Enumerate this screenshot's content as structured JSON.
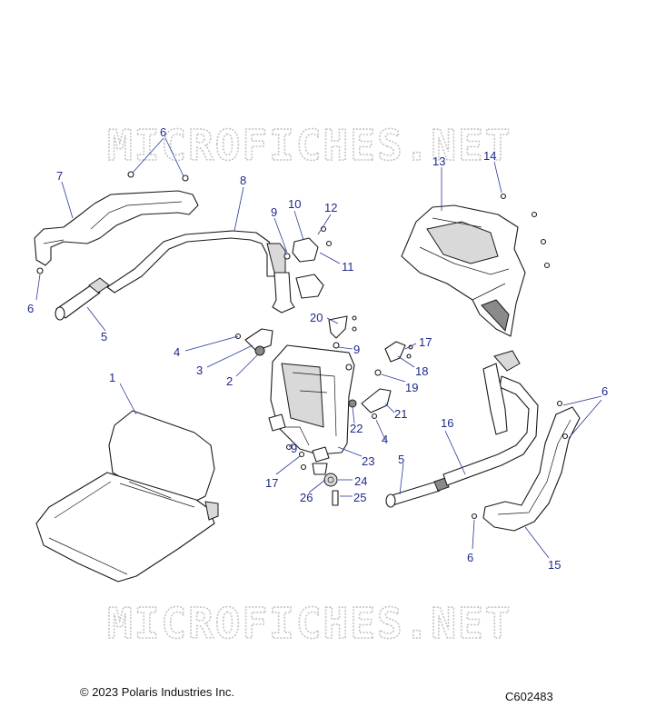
{
  "watermark_text": "MICROFICHES.NET",
  "copyright": "© 2023 Polaris Industries Inc.",
  "diagram_code": "C602483",
  "callouts": {
    "c1": "1",
    "c2": "2",
    "c3": "3",
    "c4a": "4",
    "c4b": "4",
    "c5a": "5",
    "c5b": "5",
    "c6a": "6",
    "c6b": "6",
    "c6c": "6",
    "c6d": "6",
    "c7": "7",
    "c8": "8",
    "c9a": "9",
    "c9b": "9",
    "c9c": "9",
    "c10": "10",
    "c11": "11",
    "c12": "12",
    "c13": "13",
    "c14": "14",
    "c15": "15",
    "c16": "16",
    "c17a": "17",
    "c17b": "17",
    "c18": "18",
    "c19": "19",
    "c20": "20",
    "c21": "21",
    "c22": "22",
    "c23": "23",
    "c24": "24",
    "c25": "25",
    "c26": "26"
  },
  "colors": {
    "callout": "#1f2a8c",
    "line": "#1a1a1a",
    "watermark": "#c4c4c4"
  }
}
